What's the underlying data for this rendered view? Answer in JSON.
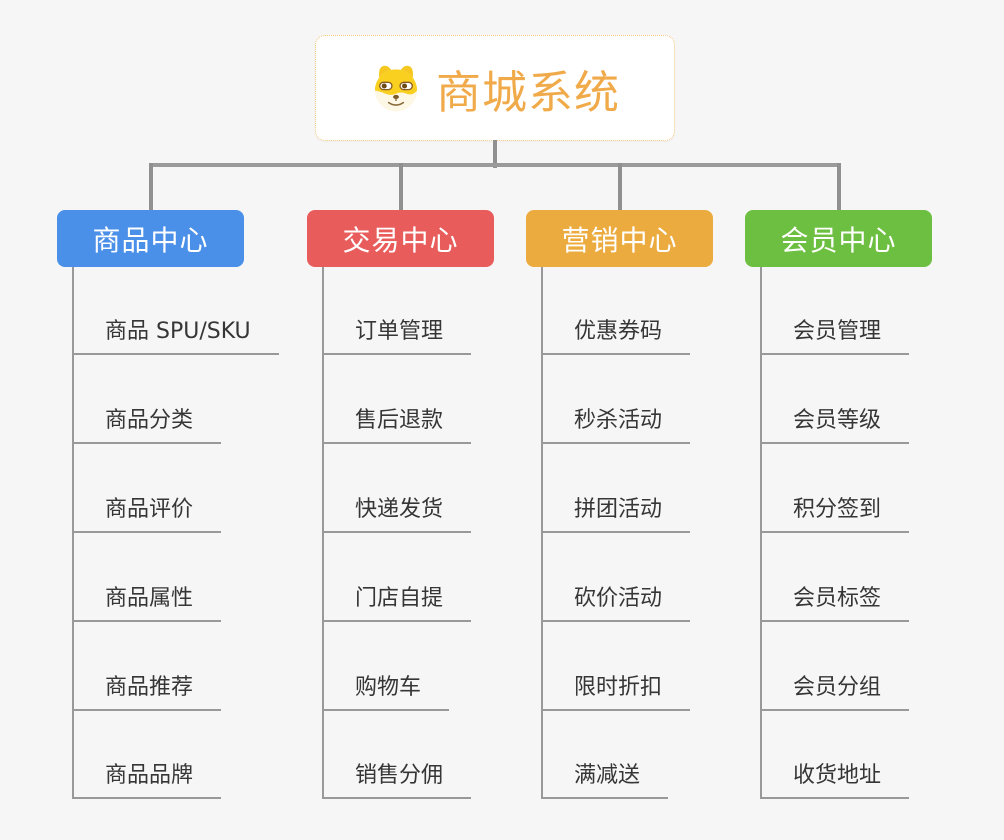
{
  "page": {
    "background": "#f6f6f7"
  },
  "root": {
    "title": "商城系统",
    "icon": "dog-face-icon",
    "title_color": "#f0aa4a",
    "border_color": "#f3c77c"
  },
  "connector": {
    "main_color": "#909090",
    "child_line_color": "#999999"
  },
  "branches": [
    {
      "label": "商品中心",
      "color": "#4a8fe8",
      "children": [
        "商品 SPU/SKU",
        "商品分类",
        "商品评价",
        "商品属性",
        "商品推荐",
        "商品品牌"
      ]
    },
    {
      "label": "交易中心",
      "color": "#e85d5c",
      "children": [
        "订单管理",
        "售后退款",
        "快递发货",
        "门店自提",
        "购物车",
        "销售分佣"
      ]
    },
    {
      "label": "营销中心",
      "color": "#ecab3e",
      "children": [
        "优惠券码",
        "秒杀活动",
        "拼团活动",
        "砍价活动",
        "限时折扣",
        "满减送"
      ]
    },
    {
      "label": "会员中心",
      "color": "#6cbf40",
      "children": [
        "会员管理",
        "会员等级",
        "积分签到",
        "会员标签",
        "会员分组",
        "收货地址"
      ]
    }
  ]
}
